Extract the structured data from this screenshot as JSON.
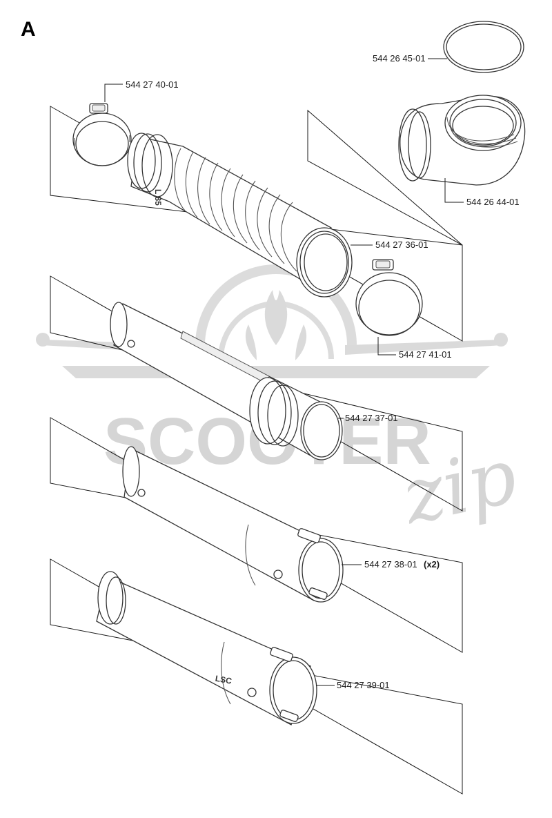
{
  "section_label": "A",
  "watermark": {
    "text": "SCOOTER",
    "script": "zip",
    "color": "#d5d5d5"
  },
  "callouts": [
    {
      "part": "544 26 45-01",
      "qty": ""
    },
    {
      "part": "544 27 40-01",
      "qty": ""
    },
    {
      "part": "544 26 44-01",
      "qty": ""
    },
    {
      "part": "544 27 36-01",
      "qty": ""
    },
    {
      "part": "544 27 41-01",
      "qty": ""
    },
    {
      "part": "544 27 37-01",
      "qty": ""
    },
    {
      "part": "544 27 38-01",
      "qty": "(x2)"
    },
    {
      "part": "544 27 39-01",
      "qty": ""
    }
  ],
  "stamps": {
    "bellows": "L 85",
    "tube": "LSC"
  },
  "colors": {
    "line": "#1a1a1a",
    "part_stroke": "#333333",
    "shade": "#eeeeee"
  }
}
